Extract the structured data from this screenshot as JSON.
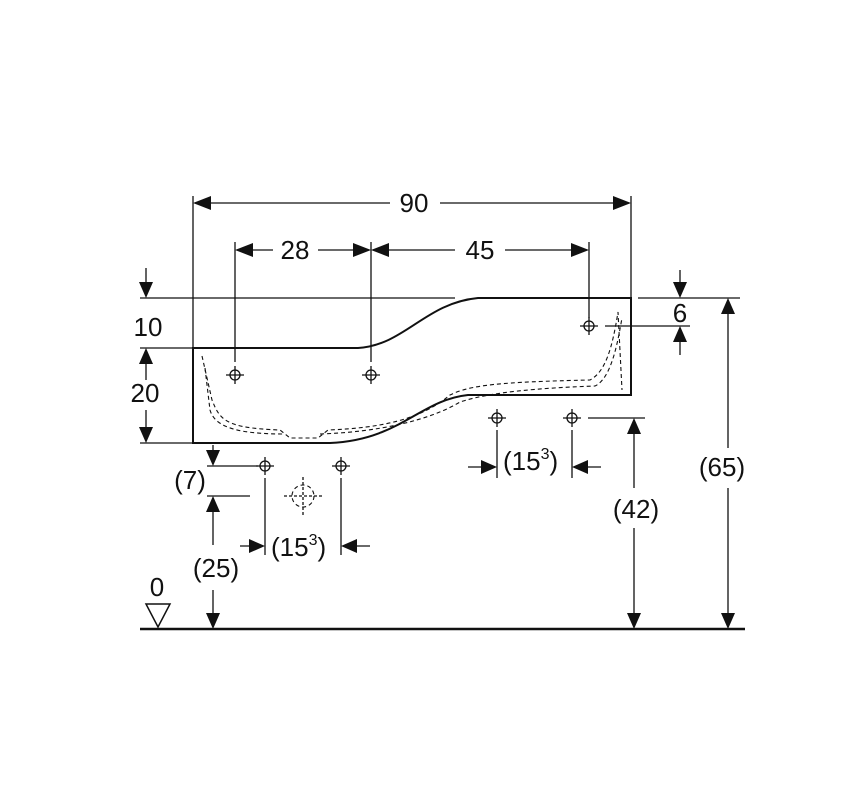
{
  "drawing": {
    "dimensions": {
      "overall_width": "90",
      "left_tap_offset": "28",
      "right_tap_offset": "45",
      "upper_step": "10",
      "right_step": "6",
      "basin_depth": "20",
      "left_drop": "(7)",
      "left_height": "(25)",
      "left_spacing_base": "(15",
      "left_spacing_sup": "3",
      "left_spacing_close": ")",
      "right_spacing_base": "(15",
      "right_spacing_sup": "3",
      "right_spacing_close": ")",
      "right_height": "(42)",
      "total_height": "(65)",
      "floor_level": "0"
    }
  }
}
